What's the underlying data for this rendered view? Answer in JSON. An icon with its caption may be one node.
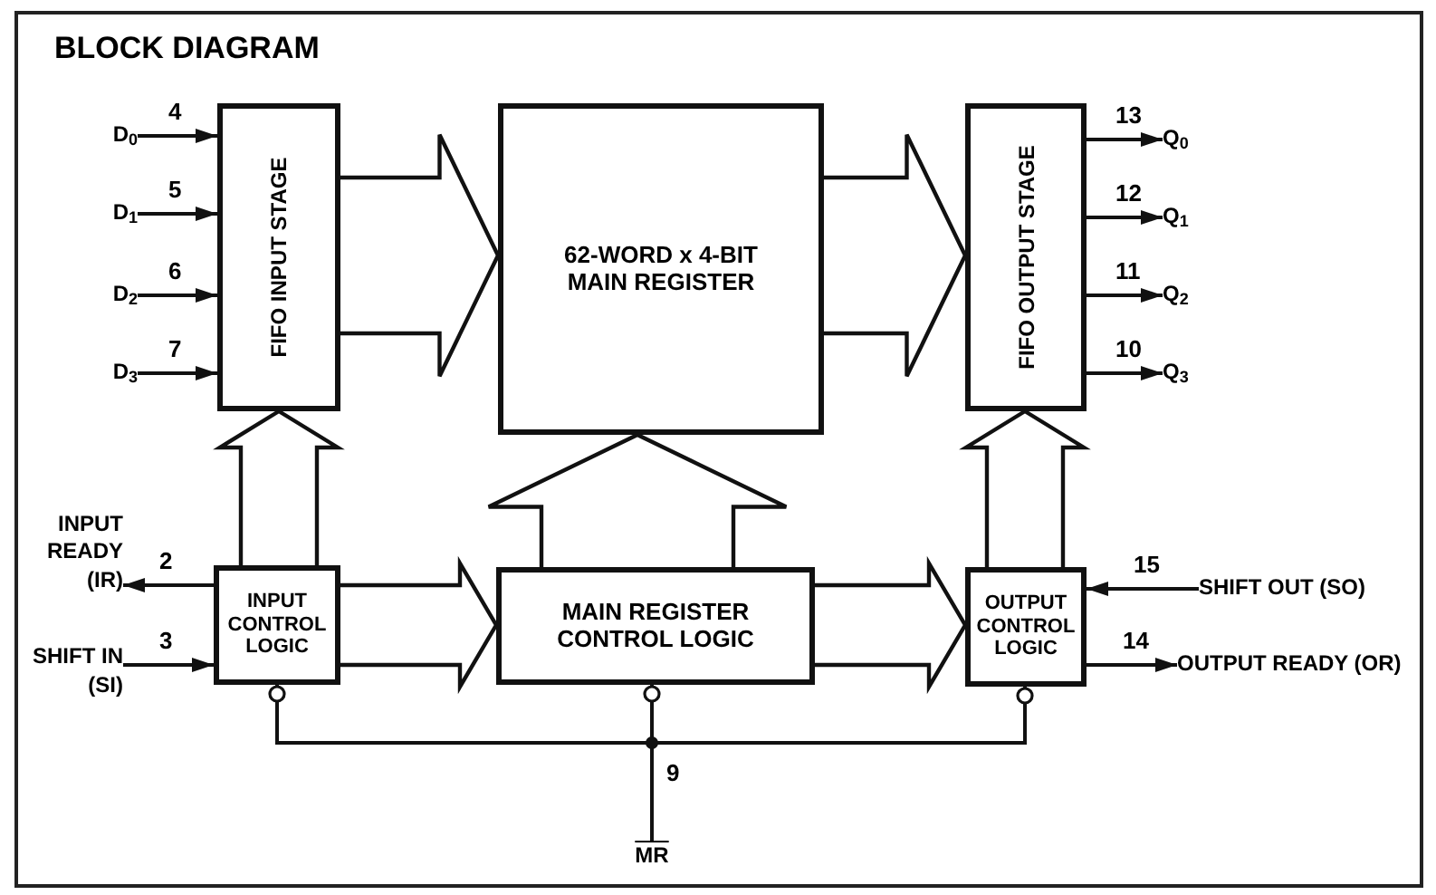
{
  "diagram": {
    "title": "BLOCK DIAGRAM",
    "nodes": [
      {
        "text": [
          "FIFO INPUT STAGE"
        ]
      },
      {
        "text": [
          "62-WORD x 4-BIT MAIN REGISTER"
        ]
      },
      {
        "text": [
          "FIFO OUTPUT STAGE"
        ]
      },
      {
        "text": [
          "INPUT CONTROL LOGIC"
        ]
      },
      {
        "text": [
          "MAIN REGISTER CONTROL LOGIC"
        ]
      },
      {
        "text": [
          "OUTPUT CONTROL LOGIC"
        ]
      },
      {
        "text": [
          "D$_{0}$"
        ]
      },
      {
        "text": [
          "D$_{1}$"
        ]
      },
      {
        "text": [
          "D$_{2}$"
        ]
      },
      {
        "text": [
          "D$_{3}$"
        ]
      },
      {
        "text": [
          "Q$_{0}$"
        ]
      },
      {
        "text": [
          "Q$_{1}$"
        ]
      },
      {
        "text": [
          "Q$_{2}$"
        ]
      },
      {
        "text": [
          "Q$_{3}$"
        ]
      },
      {
        "text": [
          "INPUT READY (IR)"
        ]
      },
      {
        "text": [
          "SHIFT IN (SI)"
        ]
      },
      {
        "text": [
          "SHIFT OUT (SO)"
        ]
      },
      {
        "text": [
          "OUTPUT READY (OR)"
        ]
      },
      {
        "text": [
          "MR"
        ]
      }
    ],
    "edges": [
      {
        "from": 6,
        "to": 0,
        "arrow": "to",
        "label": "4"
      },
      {
        "from": 7,
        "to": 0,
        "arrow": "to",
        "label": "5"
      },
      {
        "from": 8,
        "to": 0,
        "arrow": "to",
        "label": "6"
      },
      {
        "from": 9,
        "to": 0,
        "arrow": "to",
        "label": "7"
      },
      {
        "from": 2,
        "to": 10,
        "arrow": "to",
        "label": "13"
      },
      {
        "from": 2,
        "to": 11,
        "arrow": "to",
        "label": "12"
      },
      {
        "from": 2,
        "to": 12,
        "arrow": "to",
        "label": "11"
      },
      {
        "from": 2,
        "to": 13,
        "arrow": "to",
        "label": "10"
      },
      {
        "from": 3,
        "to": 14,
        "arrow": "to",
        "label": "2"
      },
      {
        "from": 15,
        "to": 3,
        "arrow": "to",
        "label": "3"
      },
      {
        "from": 16,
        "to": 5,
        "arrow": "to",
        "label": "15"
      },
      {
        "from": 5,
        "to": 17,
        "arrow": "to",
        "label": "14"
      },
      {
        "from": 0,
        "to": 1,
        "arrow": "to",
        "style": "thick"
      },
      {
        "from": 1,
        "to": 2,
        "arrow": "to",
        "style": "thick"
      },
      {
        "from": 3,
        "to": 0,
        "arrow": "to",
        "style": "thick"
      },
      {
        "from": 4,
        "to": 1,
        "arrow": "to",
        "style": "thick"
      },
      {
        "from": 5,
        "to": 2,
        "arrow": "to",
        "style": "thick"
      },
      {
        "from": 3,
        "to": 4,
        "arrow": "to",
        "style": "thick"
      },
      {
        "from": 4,
        "to": 5,
        "arrow": "to",
        "style": "thick"
      },
      {
        "from": 18,
        "to": 3,
        "arrow": "other"
      },
      {
        "from": 18,
        "to": 4,
        "arrow": "other",
        "label": "9"
      },
      {
        "from": 18,
        "to": 5,
        "arrow": "other"
      }
    ]
  }
}
